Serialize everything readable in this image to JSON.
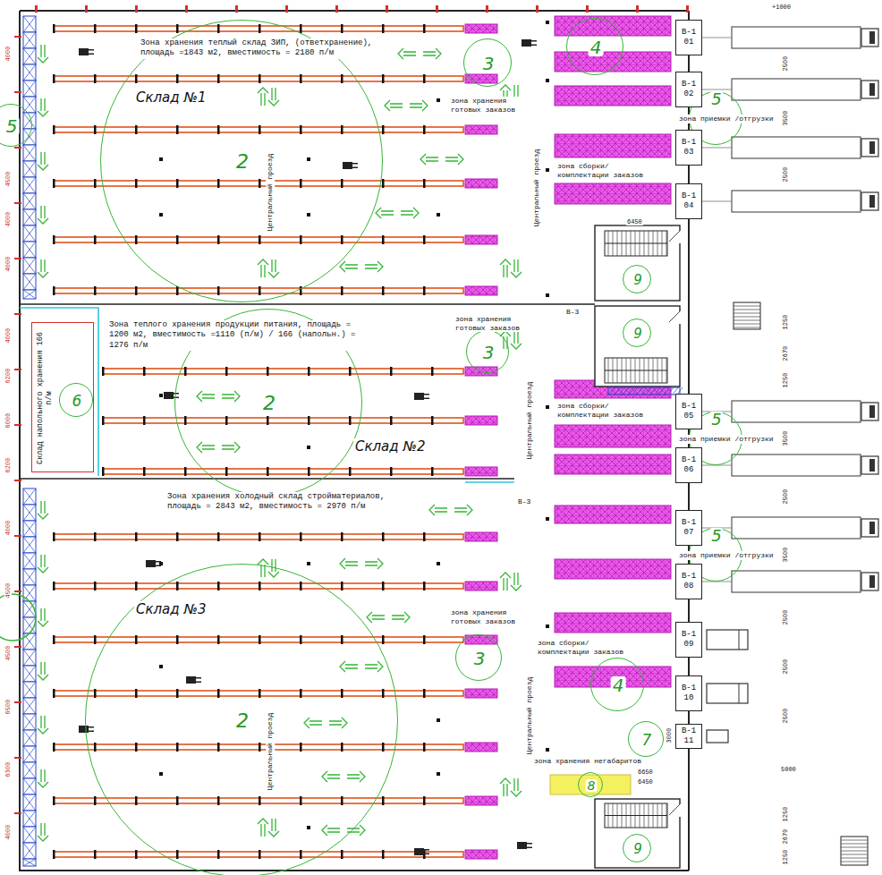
{
  "diagram": {
    "nodes": [
      {
        "text": [
          "Зона хранения теплый склад ЗИП, (ответхранение), площадь =1843 м2, вместимость = 2180 п/м",
          "Склад №1"
        ]
      },
      {
        "text": [
          "2"
        ],
        "in": 0
      },
      {
        "text": [
          "3"
        ],
        "in": 0
      },
      {
        "text": [
          "4"
        ]
      },
      {
        "text": [
          "5"
        ]
      },
      {
        "text": [
          "5"
        ]
      },
      {
        "text": [
          "В-1",
          "01"
        ]
      },
      {
        "text": [
          "В-1",
          "02"
        ]
      },
      {
        "text": [
          "В-1",
          "03"
        ]
      },
      {
        "text": [
          "В-1",
          "04"
        ]
      },
      {
        "text": [
          "9"
        ]
      },
      {
        "text": [
          "9"
        ]
      },
      {
        "text": [
          "Зона теплого хранения продукции питания, площадь = 1200 м2, вместимость =1110 (п/м) / 166 (напольн.) = 1276 п/м",
          "Склад №2"
        ]
      },
      {
        "text": [
          "Склад напольного хранения 166 п/м"
        ],
        "in": 12
      },
      {
        "text": [
          "6"
        ],
        "in": 13
      },
      {
        "text": [
          "2"
        ],
        "in": 12
      },
      {
        "text": [
          "3"
        ],
        "in": 12
      },
      {
        "text": [
          "5"
        ]
      },
      {
        "text": [
          "В-1",
          "05"
        ]
      },
      {
        "text": [
          "В-1",
          "06"
        ]
      },
      {
        "text": [
          "Зона хранения холодный склад стройматериалов, площадь = 2843 м2, вместимость = 2970 п/м",
          "Склад №3"
        ]
      },
      {
        "text": [
          "2"
        ],
        "in": 20
      },
      {
        "text": [
          "3"
        ],
        "in": 20
      },
      {
        "text": [
          "5"
        ]
      },
      {
        "text": [
          "В-1",
          "07"
        ]
      },
      {
        "text": [
          "В-1",
          "08"
        ]
      },
      {
        "text": [
          "В-1",
          "09"
        ]
      },
      {
        "text": [
          "В-1",
          "10"
        ]
      },
      {
        "text": [
          "4"
        ]
      },
      {
        "text": [
          "7"
        ]
      },
      {
        "text": [
          "В-1",
          "11"
        ]
      },
      {
        "text": [
          "8"
        ]
      },
      {
        "text": [
          "9"
        ]
      }
    ],
    "labels": [
      "+1000",
      "Центральный проезд",
      "Центральный проезд",
      "Центральный проезд",
      "Центральный проезд",
      "Центральный проезд",
      "зона хранения готовых заказов",
      "зона хранения готовых заказов",
      "зона хранения готовых заказов",
      "зона сборки/ комплектации заказов",
      "зона сборки/ комплектации заказов",
      "зона сборки/ комплектации заказов",
      "зона приемки /отгрузки",
      "зона приемки /отгрузки",
      "зона приемки /отгрузки",
      "зона хранения негабаритов",
      "В-3",
      "В-3",
      "6450",
      "6650",
      "6450",
      "3000",
      "5000",
      "2500",
      "3500",
      "2500",
      "1250",
      "2670",
      "1250",
      "3500",
      "2500",
      "3500",
      "2500",
      "2500",
      "2500",
      "1250",
      "2670",
      "1250",
      "4000",
      "4500",
      "4000",
      "4000",
      "4000",
      "6200",
      "6000",
      "6200",
      "4000",
      "4500",
      "4500",
      "6500",
      "6300",
      "4000"
    ]
  }
}
